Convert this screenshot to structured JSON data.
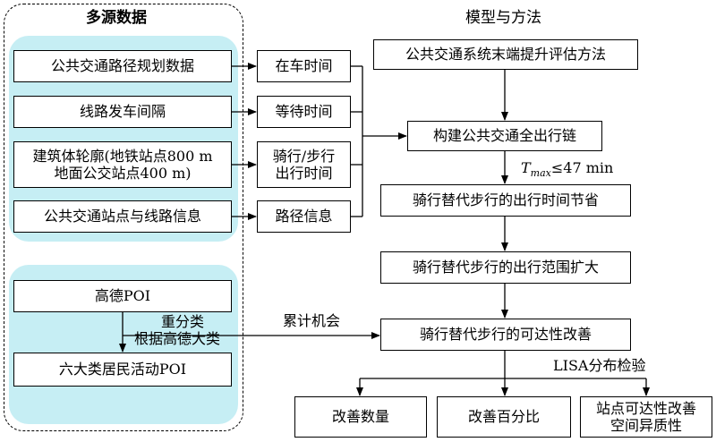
{
  "section_titles": {
    "left": "多源数据",
    "right": "模型与方法"
  },
  "data_sources": [
    "公共交通路径规划数据",
    "线路发车间隔",
    "建筑体轮廓(地铁站点800 m",
    "地面公交站点400 m)",
    "公共交通站点与线路信息"
  ],
  "derived_vars": [
    "在车时间",
    "等待时间",
    "骑行/步行",
    "出行时间",
    "路径信息"
  ],
  "poi": {
    "source": "高德POI",
    "reclass_line1": "重分类",
    "reclass_line2": "根据高德大类",
    "result": "六大类居民活动POI",
    "edge_label": "累计机会"
  },
  "method_steps": [
    "公共交通系统末端提升评估方法",
    "构建公共交通全出行链",
    "骑行替代步行的出行时间节省",
    "骑行替代步行的出行范围扩大",
    "骑行替代步行的可达性改善"
  ],
  "threshold": {
    "symbol": "T",
    "subscript": "max",
    "rest": "≤47 min"
  },
  "lisa_label": "LISA分布检验",
  "outputs": [
    "改善数量",
    "改善百分比",
    "站点可达性改善",
    "空间异质性"
  ],
  "colors": {
    "group_fill": "#c6eef4",
    "line": "#000000"
  }
}
